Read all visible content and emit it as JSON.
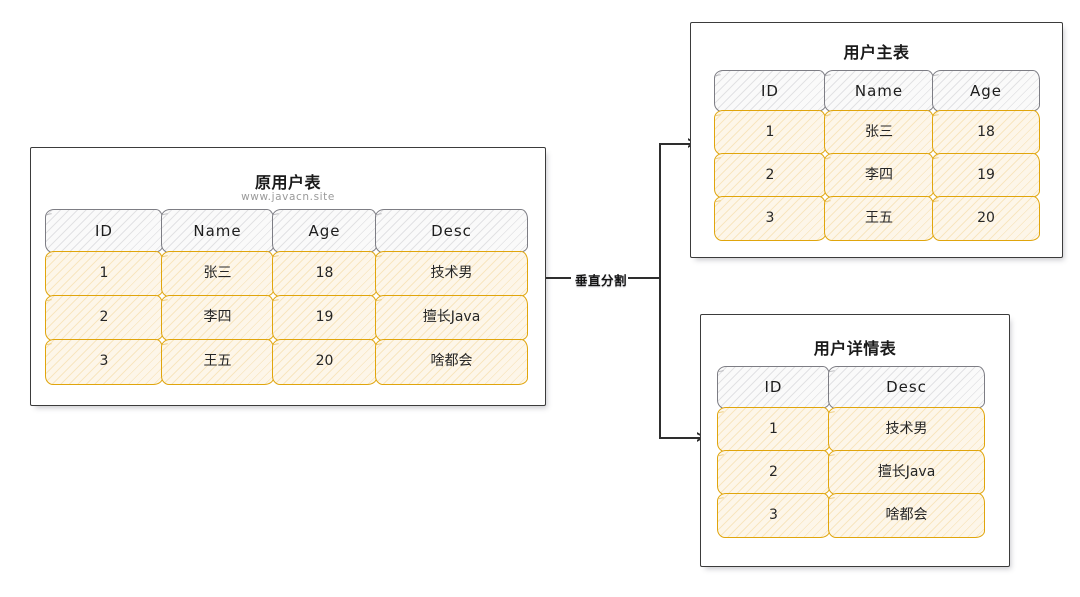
{
  "diagram": {
    "type": "database-vertical-partitioning-diagram",
    "connector": {
      "label": "垂直分割",
      "arrow_icon": "arrow-right-icon",
      "branches": 2
    },
    "source_panel": {
      "title": "原用户表",
      "watermark": "www.javacn.site",
      "table": {
        "columns": [
          "ID",
          "Name",
          "Age",
          "Desc"
        ],
        "rows": [
          [
            "1",
            "张三",
            "18",
            "技术男"
          ],
          [
            "2",
            "李四",
            "19",
            "擅长Java"
          ],
          [
            "3",
            "王五",
            "20",
            "啥都会"
          ]
        ]
      }
    },
    "target_panels": [
      {
        "title": "用户主表",
        "table": {
          "columns": [
            "ID",
            "Name",
            "Age"
          ],
          "rows": [
            [
              "1",
              "张三",
              "18"
            ],
            [
              "2",
              "李四",
              "19"
            ],
            [
              "3",
              "王五",
              "20"
            ]
          ]
        }
      },
      {
        "title": "用户详情表",
        "table": {
          "columns": [
            "ID",
            "Desc"
          ],
          "rows": [
            [
              "1",
              "技术男"
            ],
            [
              "2",
              "擅长Java"
            ],
            [
              "3",
              "啥都会"
            ]
          ]
        }
      }
    ],
    "colors": {
      "panel_border": "#3b3b3b",
      "header_cell_border": "#7d7d84",
      "header_cell_fill": "#fafafa",
      "body_cell_border": "#e0a50c",
      "body_cell_fill": "#fdf6e9",
      "connector": "#2e2e2e",
      "background": "#ffffff"
    }
  }
}
